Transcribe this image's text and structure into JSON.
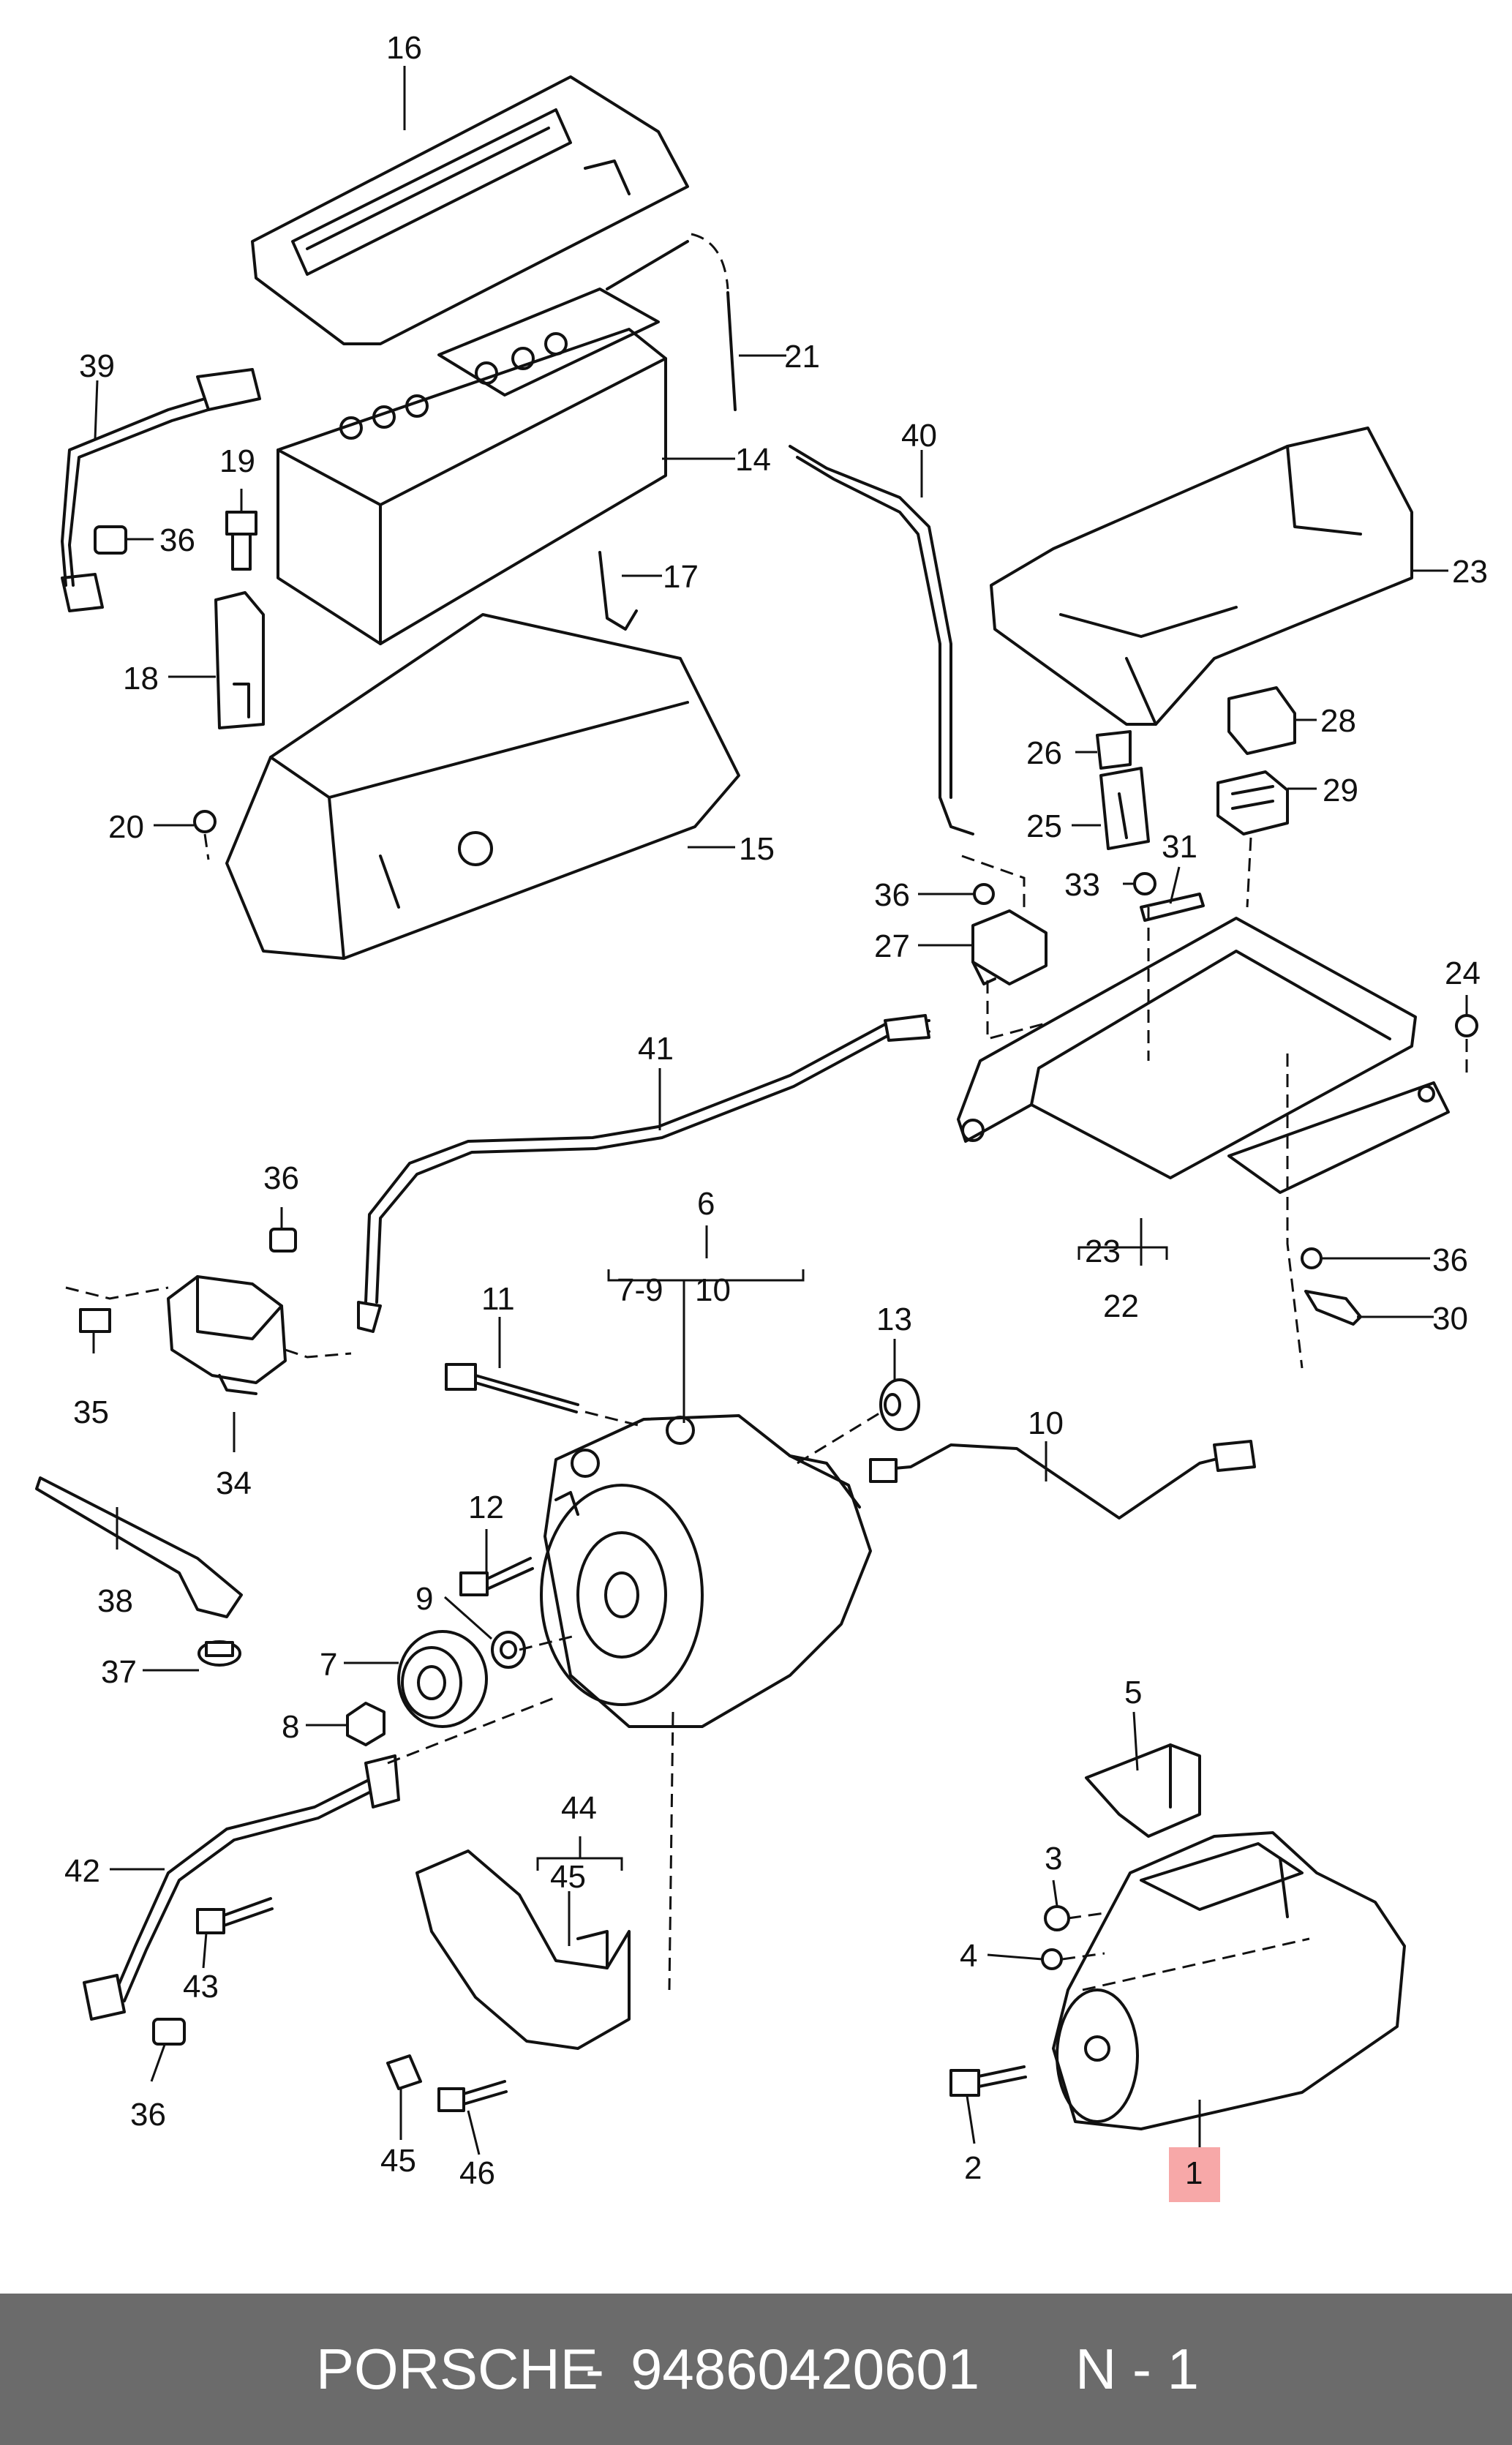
{
  "diagram": {
    "callouts": [
      {
        "id": "c16",
        "text": "16"
      },
      {
        "id": "c39",
        "text": "39"
      },
      {
        "id": "c21",
        "text": "21"
      },
      {
        "id": "c19",
        "text": "19"
      },
      {
        "id": "c14",
        "text": "14"
      },
      {
        "id": "c40",
        "text": "40"
      },
      {
        "id": "c36a",
        "text": "36"
      },
      {
        "id": "c17",
        "text": "17"
      },
      {
        "id": "c23a",
        "text": "23"
      },
      {
        "id": "c18",
        "text": "18"
      },
      {
        "id": "c28",
        "text": "28"
      },
      {
        "id": "c26",
        "text": "26"
      },
      {
        "id": "c29",
        "text": "29"
      },
      {
        "id": "c20",
        "text": "20"
      },
      {
        "id": "c15",
        "text": "15"
      },
      {
        "id": "c25",
        "text": "25"
      },
      {
        "id": "c31",
        "text": "31"
      },
      {
        "id": "c36b",
        "text": "36"
      },
      {
        "id": "c33",
        "text": "33"
      },
      {
        "id": "c27",
        "text": "27"
      },
      {
        "id": "c24",
        "text": "24"
      },
      {
        "id": "c41",
        "text": "41"
      },
      {
        "id": "c6",
        "text": "6"
      },
      {
        "id": "c36c",
        "text": "36"
      },
      {
        "id": "c7-9",
        "text": "7-9"
      },
      {
        "id": "c10a",
        "text": "10"
      },
      {
        "id": "c23b",
        "text": "23"
      },
      {
        "id": "c36d",
        "text": "36"
      },
      {
        "id": "c22",
        "text": "22"
      },
      {
        "id": "c11",
        "text": "11"
      },
      {
        "id": "c13",
        "text": "13"
      },
      {
        "id": "c30",
        "text": "30"
      },
      {
        "id": "c35",
        "text": "35"
      },
      {
        "id": "c34",
        "text": "34"
      },
      {
        "id": "c10b",
        "text": "10"
      },
      {
        "id": "c12",
        "text": "12"
      },
      {
        "id": "c38",
        "text": "38"
      },
      {
        "id": "c9",
        "text": "9"
      },
      {
        "id": "c37",
        "text": "37"
      },
      {
        "id": "c7",
        "text": "7"
      },
      {
        "id": "c5",
        "text": "5"
      },
      {
        "id": "c8",
        "text": "8"
      },
      {
        "id": "c44",
        "text": "44"
      },
      {
        "id": "c42",
        "text": "42"
      },
      {
        "id": "c45a",
        "text": "45"
      },
      {
        "id": "c3",
        "text": "3"
      },
      {
        "id": "c4",
        "text": "4"
      },
      {
        "id": "c43",
        "text": "43"
      },
      {
        "id": "c36e",
        "text": "36"
      },
      {
        "id": "c2",
        "text": "2"
      },
      {
        "id": "c1",
        "text": "1"
      },
      {
        "id": "c45b",
        "text": "45"
      },
      {
        "id": "c46",
        "text": "46"
      }
    ],
    "highlight_color": "#f7a8a8"
  },
  "footer": {
    "brand": "PORSCHE",
    "separator": "-",
    "part_number": "94860420601",
    "position": "N - 1"
  }
}
